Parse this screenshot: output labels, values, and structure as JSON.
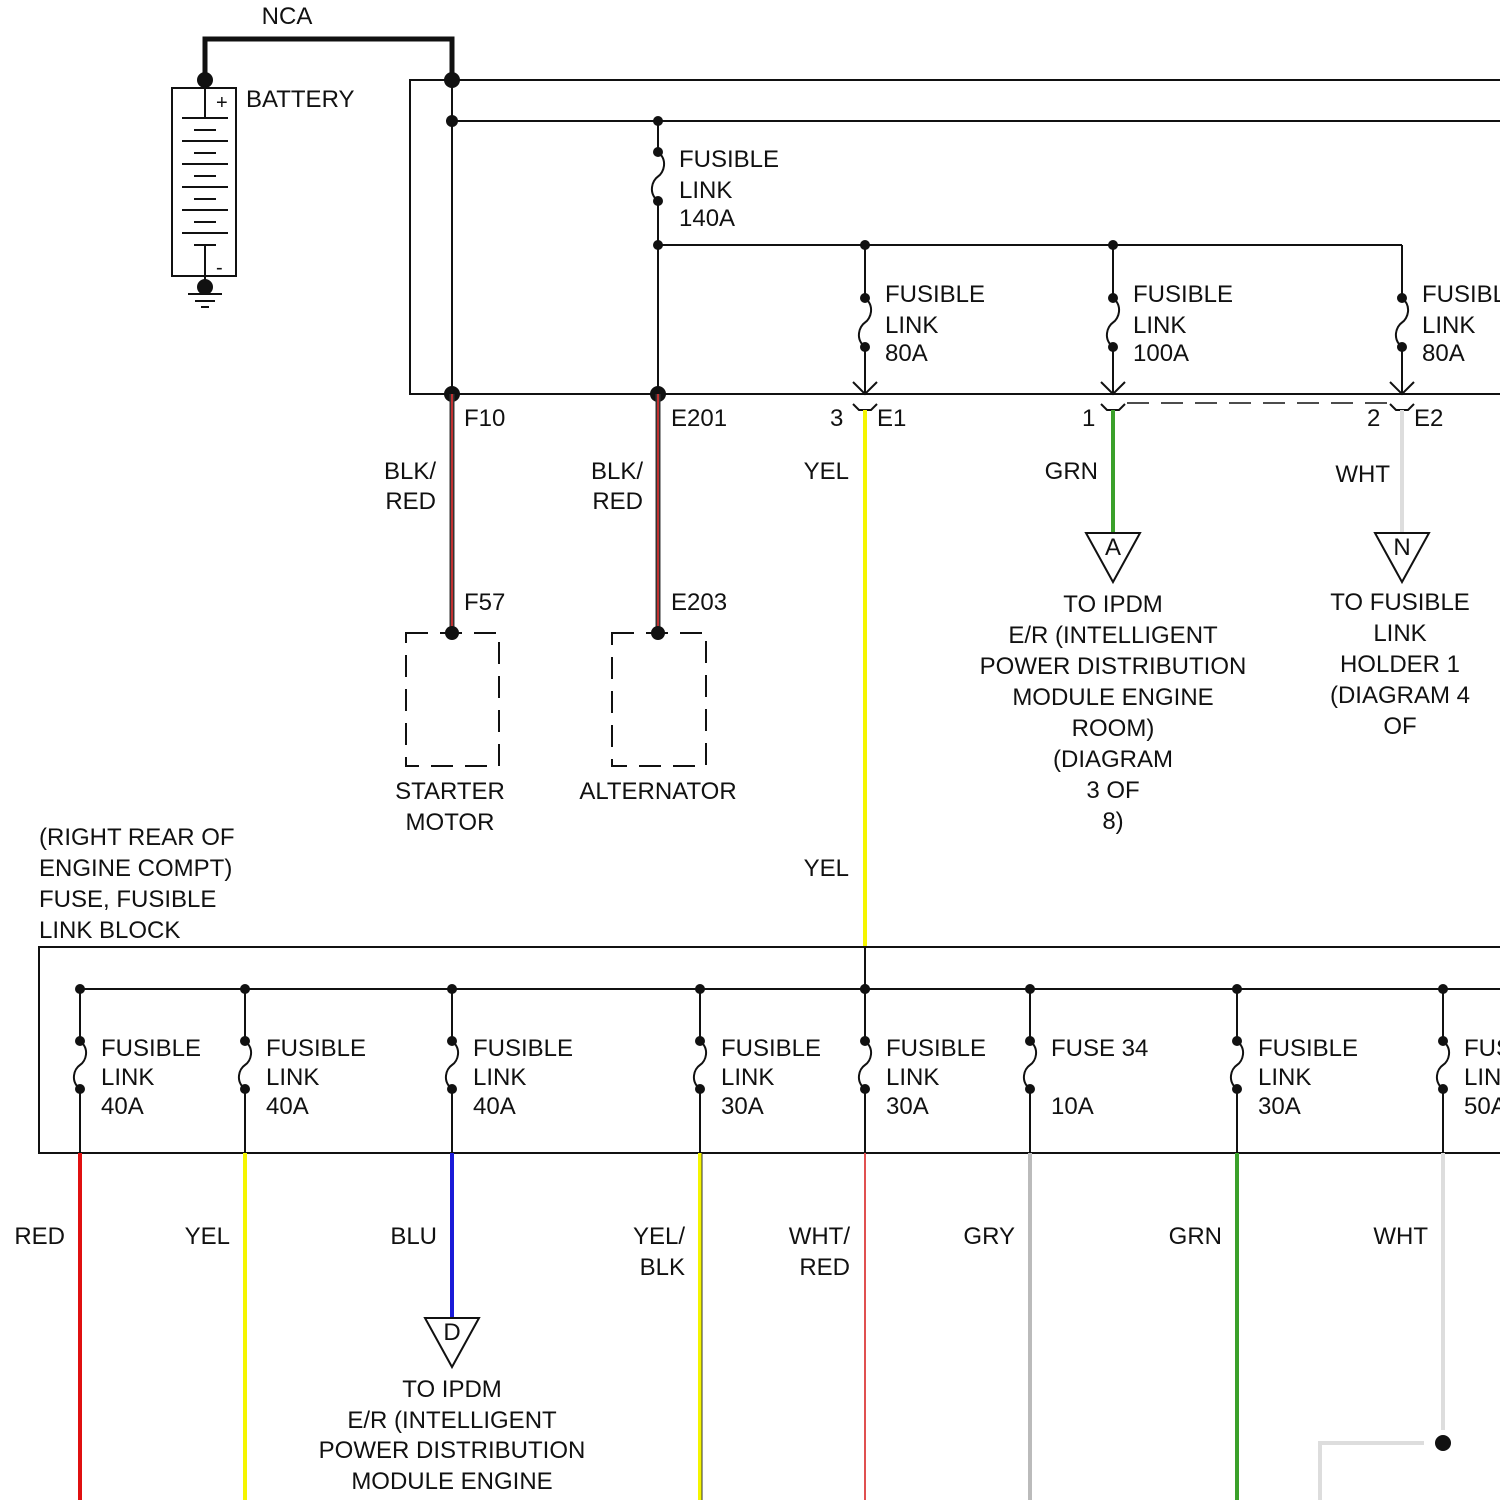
{
  "battery": {
    "wire": "NCA",
    "label": "BATTERY",
    "plus": "+",
    "minus": "-"
  },
  "top_fuses": [
    {
      "lines": [
        "FUSIBLE",
        "LINK",
        "140A"
      ]
    },
    {
      "lines": [
        "FUSIBLE",
        "LINK",
        "80A"
      ]
    },
    {
      "lines": [
        "FUSIBLE",
        "LINK",
        "100A"
      ]
    },
    {
      "lines": [
        "FUSIBLE",
        "LINK",
        "80A"
      ]
    }
  ],
  "connectors": {
    "f10": "F10",
    "e201": "E201",
    "f57": "F57",
    "e203": "E203",
    "e1_pin": "3",
    "e1": "E1",
    "e2_pin1": "1",
    "e2_pin2": "2",
    "e2": "E2"
  },
  "wire_labels_top": {
    "starter": [
      "BLK/",
      "RED"
    ],
    "alternator": [
      "BLK/",
      "RED"
    ],
    "yel": "YEL",
    "yel2": "YEL",
    "grn": "GRN",
    "wht": "WHT"
  },
  "components": {
    "starter": [
      "STARTER",
      "MOTOR"
    ],
    "alternator": "ALTERNATOR"
  },
  "offpage": {
    "A": {
      "letter": "A",
      "lines": [
        "TO IPDM",
        "E/R (INTELLIGENT",
        "POWER DISTRIBUTION",
        "MODULE ENGINE",
        "ROOM)",
        "(DIAGRAM",
        "3 OF",
        "8)"
      ]
    },
    "N": {
      "letter": "N",
      "lines": [
        "TO FUSIBLE",
        "LINK",
        "HOLDER 1",
        "(DIAGRAM 4",
        "OF"
      ]
    },
    "D": {
      "letter": "D",
      "lines": [
        "TO IPDM",
        "E/R (INTELLIGENT",
        "POWER DISTRIBUTION",
        "MODULE ENGINE"
      ]
    }
  },
  "block_label": [
    "(RIGHT REAR OF",
    "ENGINE COMPT)",
    "FUSE, FUSIBLE",
    "LINK BLOCK"
  ],
  "bottom_fuses": [
    {
      "lines": [
        "FUSIBLE",
        "LINK",
        "40A"
      ],
      "wire": [
        "RED"
      ],
      "color": "#e01010"
    },
    {
      "lines": [
        "FUSIBLE",
        "LINK",
        "40A"
      ],
      "wire": [
        "YEL"
      ],
      "color": "#f5f500"
    },
    {
      "lines": [
        "FUSIBLE",
        "LINK",
        "40A"
      ],
      "wire": [
        "BLU"
      ],
      "color": "#1a1ad8"
    },
    {
      "lines": [
        "FUSIBLE",
        "LINK",
        "30A"
      ],
      "wire": [
        "YEL/",
        "BLK"
      ],
      "color": "#f5f500"
    },
    {
      "lines": [
        "FUSIBLE",
        "LINK",
        "30A"
      ],
      "wire": [
        "WHT/",
        "RED"
      ],
      "color": "#e05050"
    },
    {
      "lines": [
        "FUSE 34",
        "",
        "10A"
      ],
      "wire": [
        "GRY"
      ],
      "color": "#bbbbbb"
    },
    {
      "lines": [
        "FUSIBLE",
        "LINK",
        "30A"
      ],
      "wire": [
        "GRN"
      ],
      "color": "#3aa02a"
    },
    {
      "lines": [
        "FUS",
        "LIN",
        "50A"
      ],
      "wire": [
        "WHT"
      ],
      "color": "#dddddd"
    }
  ],
  "colors": {
    "yel": "#f5f500",
    "grn": "#3aa02a",
    "wht": "#dddddd",
    "blk_red": "#c03030"
  }
}
